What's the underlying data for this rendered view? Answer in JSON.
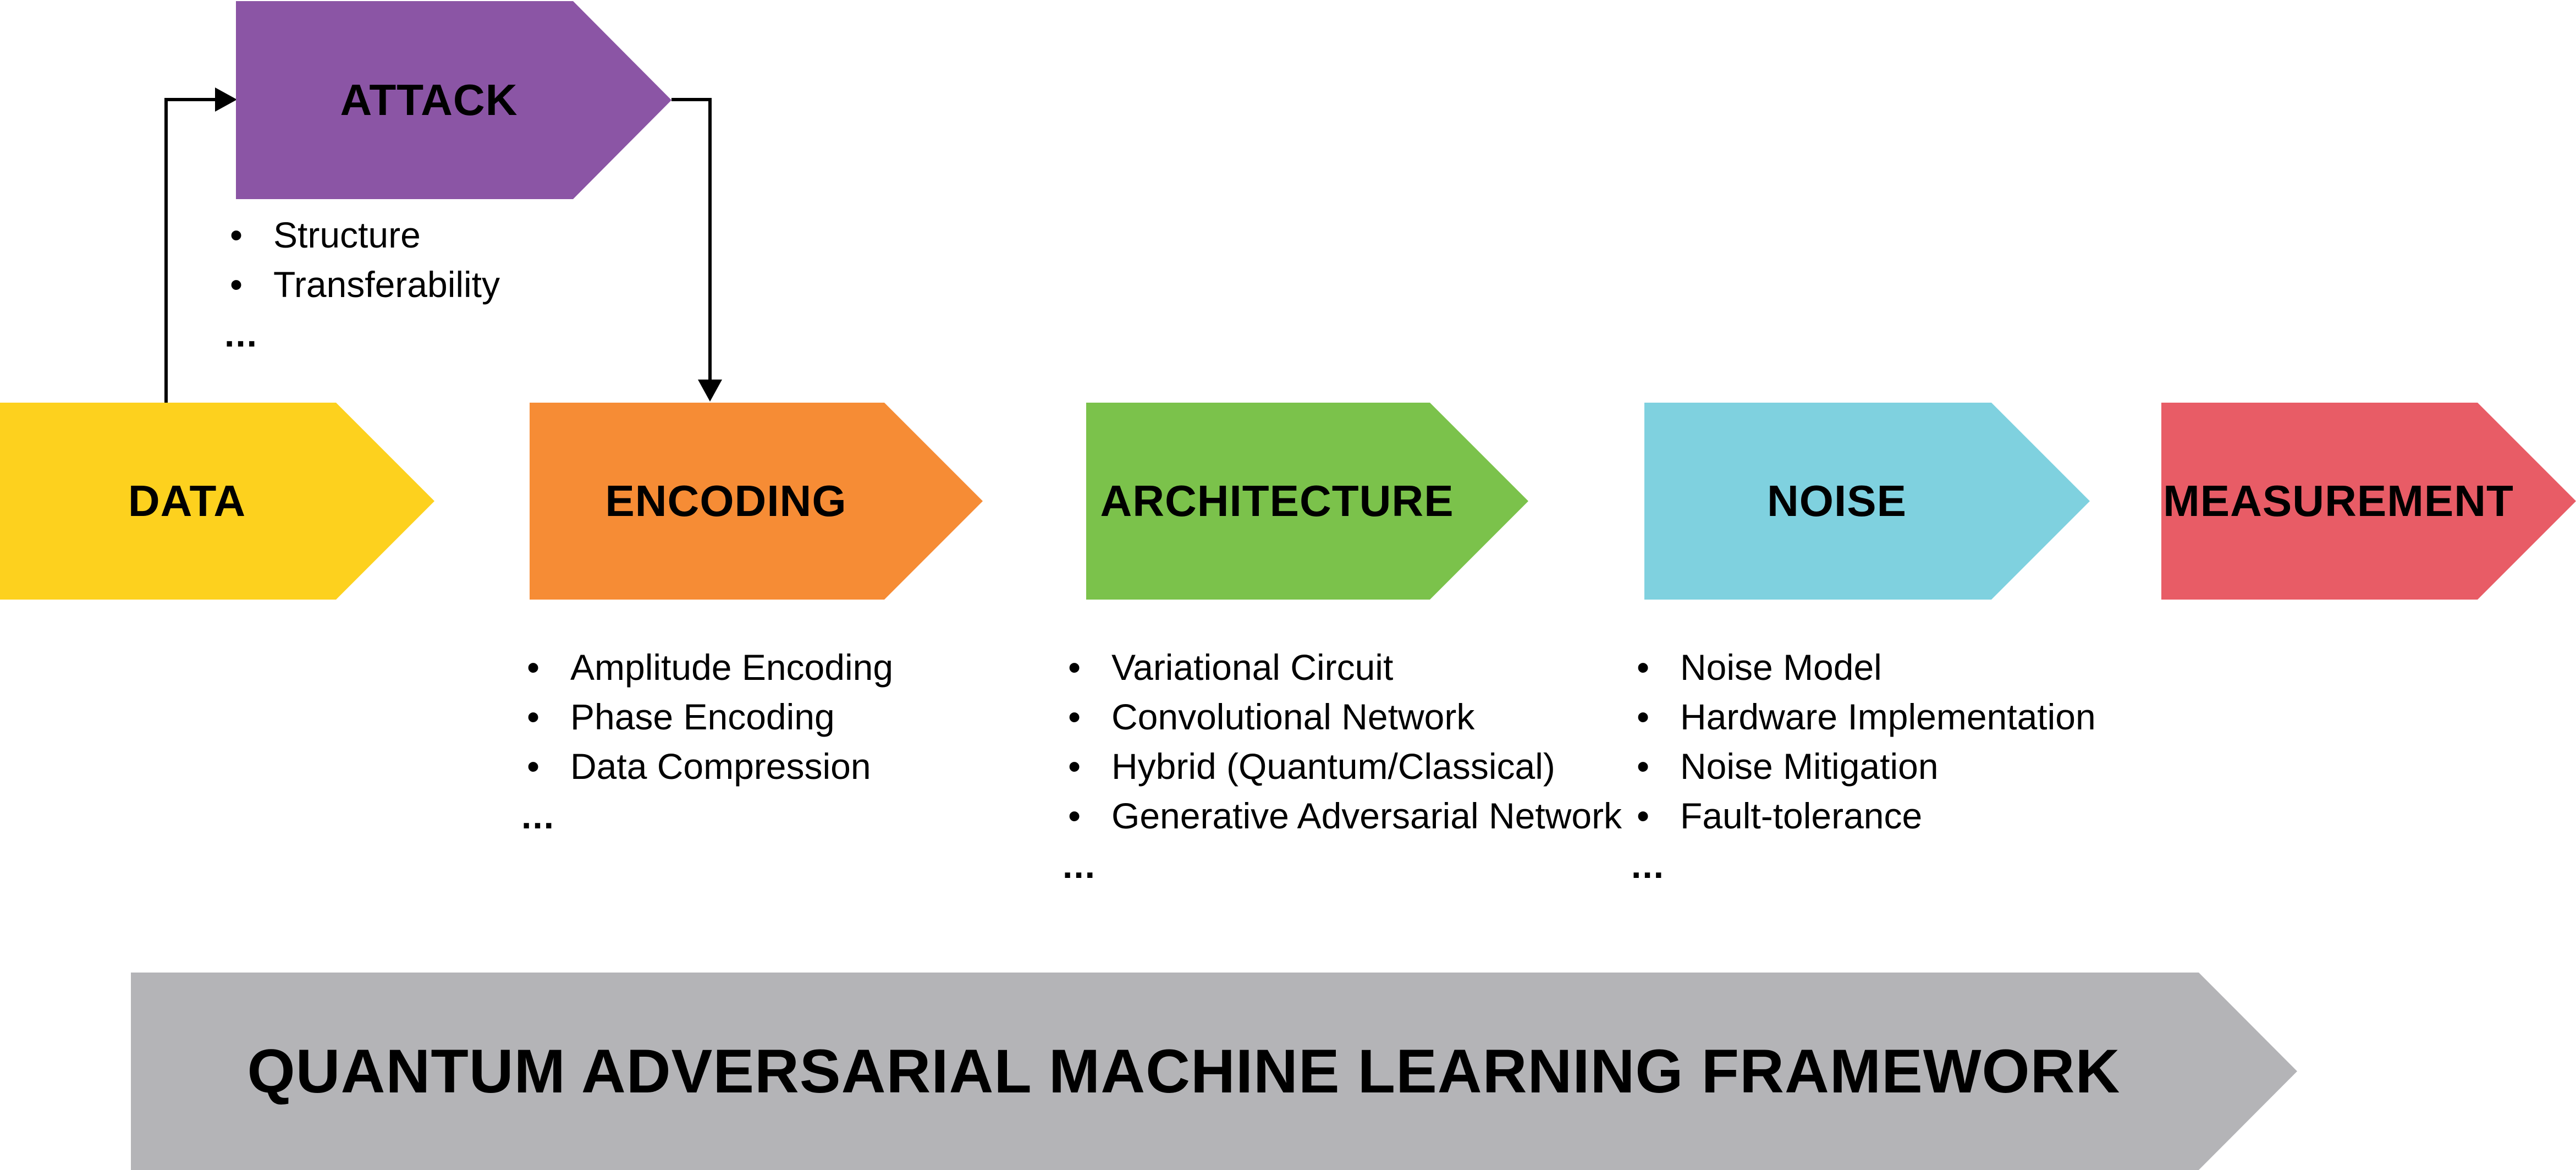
{
  "bullet": "•",
  "ellipsis": "...",
  "attack": {
    "label": "ATTACK",
    "color": "#8B55A5",
    "items": [
      "Structure",
      "Transferability"
    ]
  },
  "stages": [
    {
      "label": "DATA",
      "color": "#FDD11E",
      "items": []
    },
    {
      "label": "ENCODING",
      "color": "#F68C35",
      "items": [
        "Amplitude Encoding",
        "Phase Encoding",
        "Data Compression"
      ]
    },
    {
      "label": "ARCHITECTURE",
      "color": "#7BC24B",
      "items": [
        "Variational Circuit",
        "Convolutional Network",
        "Hybrid (Quantum/Classical)",
        "Generative Adversarial Network"
      ]
    },
    {
      "label": "NOISE",
      "color": "#7FD1DF",
      "items": [
        "Noise Model",
        "Hardware Implementation",
        "Noise Mitigation",
        "Fault-tolerance"
      ]
    },
    {
      "label": "MEASUREMENT",
      "color": "#E85C66",
      "items": []
    }
  ],
  "banner": {
    "label": "QUANTUM ADVERSARIAL MACHINE LEARNING FRAMEWORK",
    "color": "#B4B4B7"
  }
}
